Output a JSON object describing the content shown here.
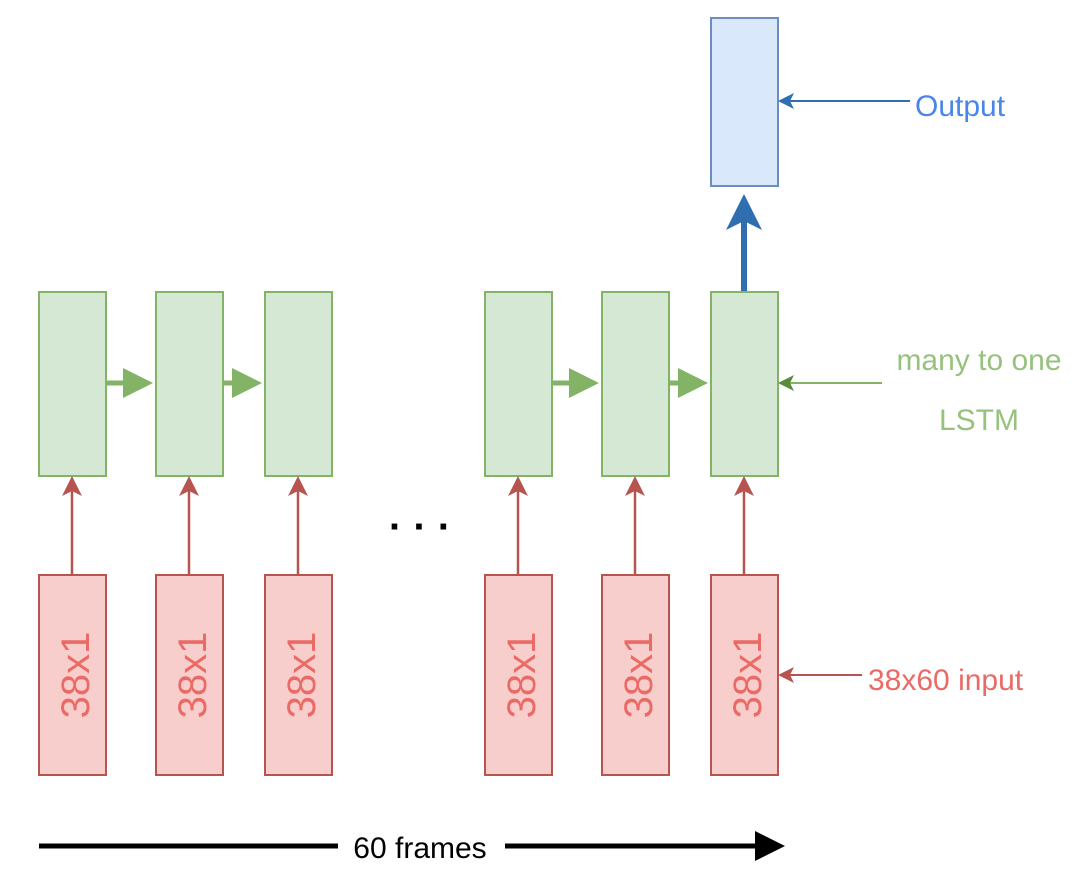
{
  "colors": {
    "lstm_fill": "#d5e8d4",
    "lstm_stroke": "#82b366",
    "lstm_arrow": "#82b366",
    "lstm_label_arrow": "#5a8a3c",
    "input_fill": "#f8cecc",
    "input_stroke": "#b85450",
    "input_text": "#ea6b66",
    "input_arrow": "#b85450",
    "output_fill": "#dae8fc",
    "output_stroke": "#6c8ebf",
    "output_text": "#4a86e8",
    "output_arrow": "#2f6fb0",
    "timeline": "#000000"
  },
  "input_cell_label": "38x1",
  "labels": {
    "output": "Output",
    "lstm_line1": "many to one",
    "lstm_line2": "LSTM",
    "input": "38x60 input",
    "frames": "60 frames",
    "ellipsis": "· · ·"
  }
}
